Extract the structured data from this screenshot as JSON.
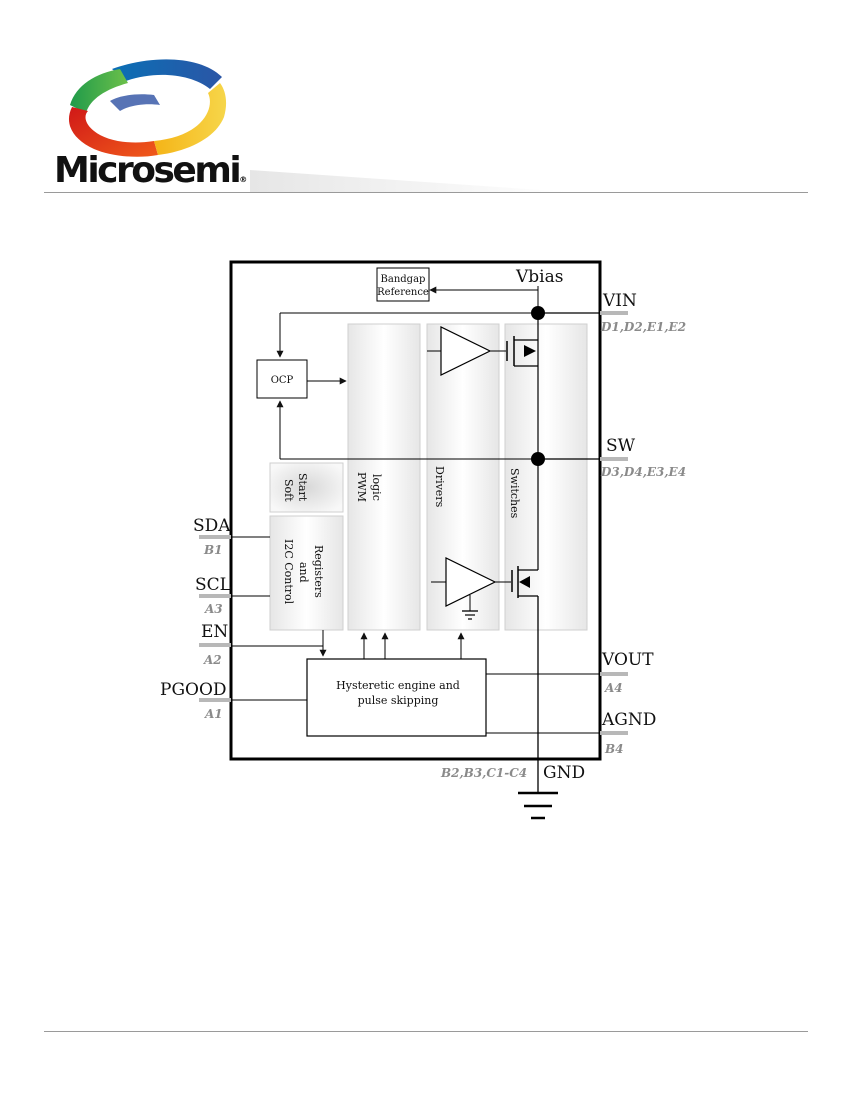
{
  "brand": {
    "name": "Microsemi"
  },
  "blocks": {
    "bandgap_line1": "Bandgap",
    "bandgap_line2": "Reference",
    "vbias": "Vbias",
    "ocp": "OCP",
    "soft_start_line1": "Soft",
    "soft_start_line2": "Start",
    "i2c_line1": "I2C Control",
    "i2c_line2": "and",
    "i2c_line3": "Registers",
    "pwm_line1": "PWM",
    "pwm_line2": "logic",
    "drivers": "Drivers",
    "switches": "Switches",
    "hyst_line1": "Hysteretic engine and",
    "hyst_line2": "pulse skipping"
  },
  "pins": {
    "vin": {
      "name": "VIN",
      "number": "D1,D2,E1,E2"
    },
    "sw": {
      "name": "SW",
      "number": "D3,D4,E3,E4"
    },
    "sda": {
      "name": "SDA",
      "number": "B1"
    },
    "scl": {
      "name": "SCL",
      "number": "A3"
    },
    "en": {
      "name": "EN",
      "number": "A2"
    },
    "pgood": {
      "name": "PGOOD",
      "number": "A1"
    },
    "vout": {
      "name": "VOUT",
      "number": "A4"
    },
    "agnd": {
      "name": "AGND",
      "number": "B4"
    },
    "gnd": {
      "name": "GND",
      "number": "B2,B3,C1-C4"
    }
  }
}
